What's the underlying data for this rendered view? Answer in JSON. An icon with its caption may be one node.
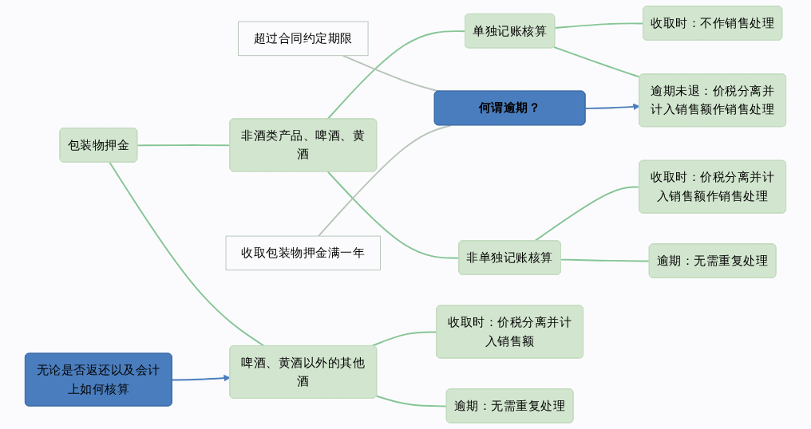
{
  "diagram": {
    "nodes": [
      {
        "text": [
          "包装物押金"
        ]
      },
      {
        "text": [
          "非酒类产品、啤酒、黄酒"
        ]
      },
      {
        "text": [
          "单独记账核算"
        ]
      },
      {
        "text": [
          "收取时：不作销售处理"
        ]
      },
      {
        "text": [
          "何谓逾期？"
        ]
      },
      {
        "text": [
          "超过合同约定期限"
        ]
      },
      {
        "text": [
          "收取包装物押金满一年"
        ]
      },
      {
        "text": [
          "逾期未退：价税分离并计入销售额作销售处理"
        ]
      },
      {
        "text": [
          "非单独记账核算"
        ]
      },
      {
        "text": [
          "收取时：价税分离并计入销售额作销售处理"
        ]
      },
      {
        "text": [
          "逾期：无需重复处理"
        ]
      },
      {
        "text": [
          "无论是否返还以及会计上如何核算"
        ]
      },
      {
        "text": [
          "啤酒、黄酒以外的其他酒"
        ]
      },
      {
        "text": [
          "收取时：价税分离并计入销售额"
        ]
      },
      {
        "text": [
          "逾期：无需重复处理"
        ]
      }
    ],
    "edges": [
      {
        "from": 0,
        "to": 1,
        "arrow": "none"
      },
      {
        "from": 0,
        "to": 12,
        "arrow": "none"
      },
      {
        "from": 1,
        "to": 2,
        "arrow": "none"
      },
      {
        "from": 1,
        "to": 8,
        "arrow": "none"
      },
      {
        "from": 2,
        "to": 3,
        "arrow": "none"
      },
      {
        "from": 2,
        "to": 7,
        "arrow": "none"
      },
      {
        "from": 4,
        "to": 5,
        "arrow": "none",
        "color": "#b8c4b8"
      },
      {
        "from": 4,
        "to": 6,
        "arrow": "none",
        "color": "#b8c4b8"
      },
      {
        "from": 4,
        "to": 7,
        "arrow": "to",
        "color": "#4a7dbd"
      },
      {
        "from": 8,
        "to": 9,
        "arrow": "none"
      },
      {
        "from": 8,
        "to": 10,
        "arrow": "none"
      },
      {
        "from": 11,
        "to": 12,
        "arrow": "to",
        "color": "#4a7dbd"
      },
      {
        "from": 12,
        "to": 13,
        "arrow": "none"
      },
      {
        "from": 12,
        "to": 14,
        "arrow": "none"
      }
    ]
  }
}
